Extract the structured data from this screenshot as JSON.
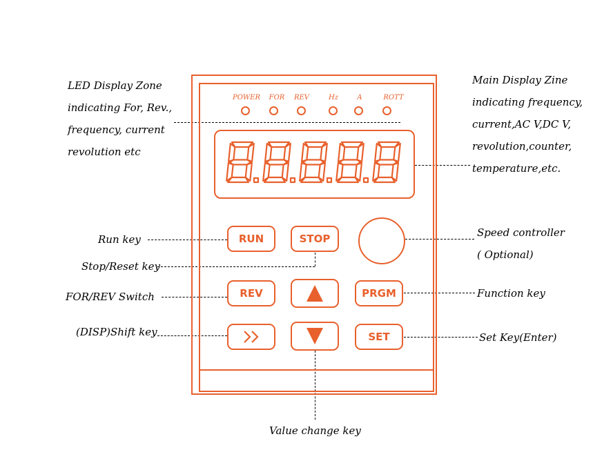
{
  "leds": [
    "POWER",
    "FOR",
    "REV",
    "Hz",
    "A",
    "ROTT"
  ],
  "display": {
    "digits": [
      "8",
      "8",
      "8",
      "8",
      "8"
    ]
  },
  "keys": {
    "run": "RUN",
    "stop": "STOP",
    "rev": "REV",
    "prgm": "PRGM",
    "shift": "»",
    "set": "SET"
  },
  "annotations": {
    "led_zone": [
      "LED Display Zone",
      "indicating For, Rev.,",
      "frequency, current",
      "revolution etc"
    ],
    "main_display": [
      "Main Display Zine",
      "indicating frequency,",
      "current,AC V,DC V,",
      "revolution,counter,",
      "temperature,etc."
    ],
    "run_key": "Run key",
    "stop_key": "Stop/Reset key",
    "for_rev": "FOR/REV Switch",
    "shift_key": "(DISP)Shift key",
    "speed": [
      "Speed controller",
      "( Optional)"
    ],
    "function_key": "Function key",
    "set_key": "Set Key(Enter)",
    "value_key": "Value change key"
  },
  "colors": {
    "accent": "#e8602c",
    "text": "#000000"
  }
}
